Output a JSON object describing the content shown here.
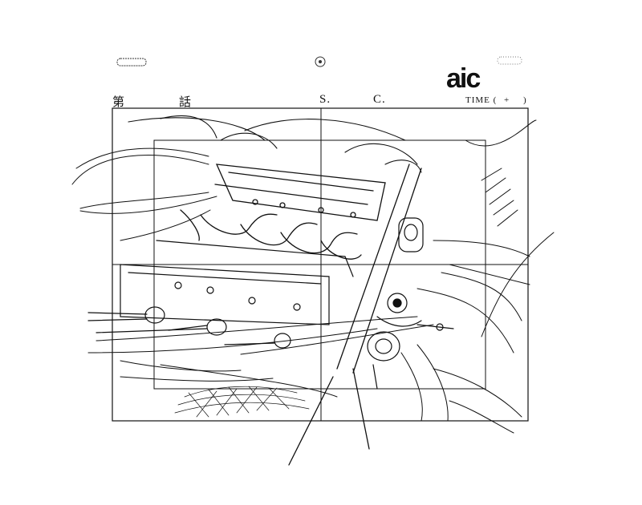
{
  "header": {
    "episode_prefix": "第",
    "episode_suffix": "話",
    "scene_label": "S.",
    "cut_label": "C.",
    "time_label": "TIME (",
    "time_plus": "+",
    "time_close": ")",
    "studio_logo_text": "aic"
  },
  "frame": {
    "stroke_color": "#111111",
    "paper_color": "#ffffff"
  },
  "drawing": {
    "subject_icon": "engine-sketch",
    "grid_icon": "layout-crosshair"
  }
}
